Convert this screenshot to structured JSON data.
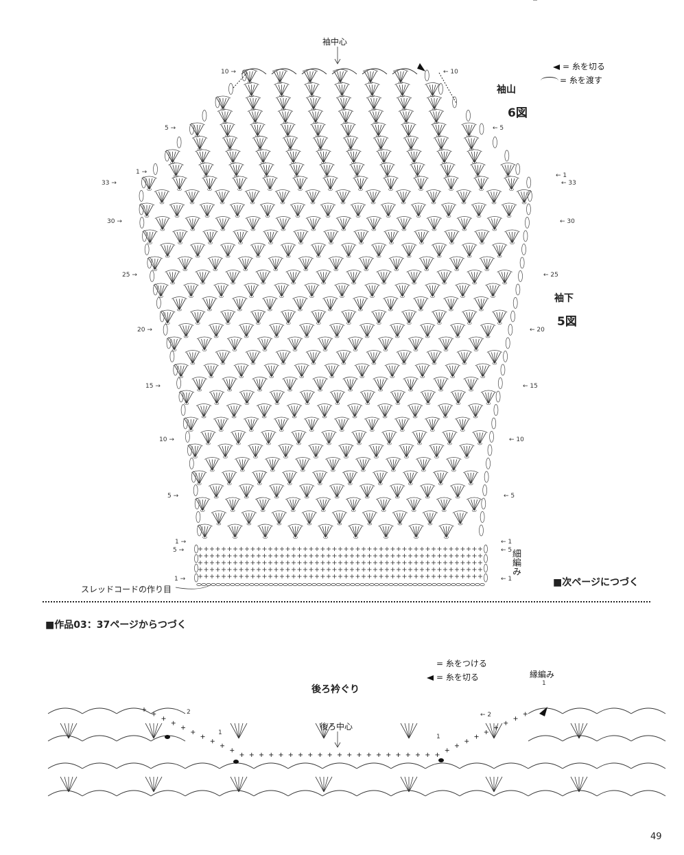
{
  "sleeve": {
    "center_label": "袖中心",
    "cap_label": "袖山",
    "cap_figure": "6図",
    "underarm_label": "袖下",
    "underarm_figure": "5図",
    "legend_cut": "= 糸を切る",
    "legend_carry": "= 糸を渡す",
    "band_label": "細編み",
    "foundation_label": "スレッドコードの作り目",
    "continue_note": "■次ページにつづく",
    "left_rows": [
      "10",
      "5",
      "1",
      "33",
      "30",
      "25",
      "20",
      "15",
      "10",
      "5",
      "1",
      "5",
      "1"
    ],
    "right_rows": [
      "10",
      "5",
      "1",
      "33",
      "30",
      "25",
      "20",
      "15",
      "10",
      "5",
      "1",
      "5",
      "1"
    ]
  },
  "collar": {
    "continued_from": "■作品03：37ページからつづく",
    "title": "後ろ衿ぐり",
    "center_label": "後ろ中心",
    "edge_label": "縁編み",
    "legend_join": "= 糸をつける",
    "legend_cut": "= 糸を切る",
    "row_labels": [
      "2",
      "1",
      "1",
      "2",
      "1"
    ]
  },
  "page_number": "49"
}
